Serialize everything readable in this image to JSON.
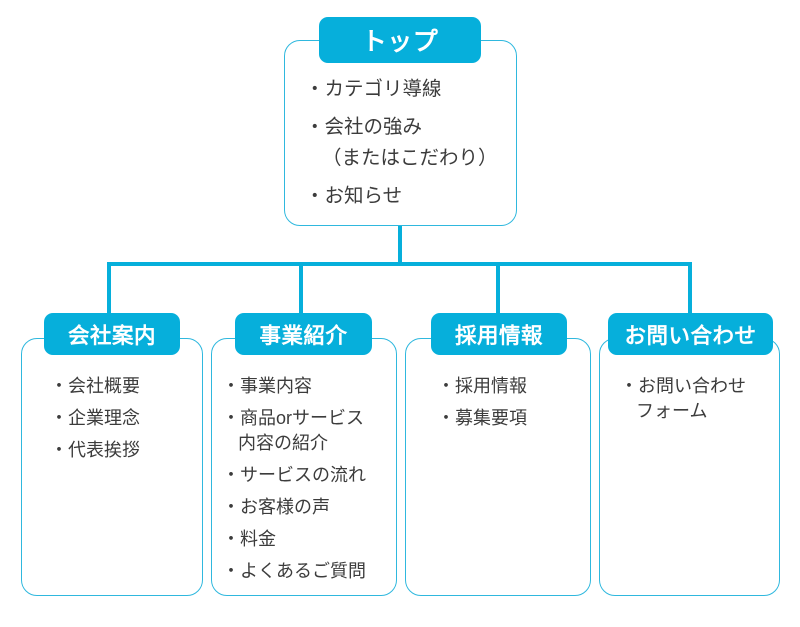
{
  "diagram": {
    "title": "site-structure-tree",
    "accent_color": "#06afdb",
    "border_color": "#2fb8de",
    "text_color": "#3c3c3c",
    "bullet": "・"
  },
  "root": {
    "label": "トップ",
    "items": [
      "・カテゴリ導線",
      "・会社の強み\n（またはこだわり）",
      "・お知らせ"
    ]
  },
  "children": [
    {
      "label": "会社案内",
      "items": [
        "・会社概要",
        "・企業理念",
        "・代表挨拶"
      ]
    },
    {
      "label": "事業紹介",
      "items": [
        "・事業内容",
        "・商品orサービス\n内容の紹介",
        "・サービスの流れ",
        "・お客様の声",
        "・料金",
        "・よくあるご質問"
      ]
    },
    {
      "label": "採用情報",
      "items": [
        "・採用情報",
        "・募集要項"
      ]
    },
    {
      "label": "お問い合わせ",
      "items": [
        "・お問い合わせ\nフォーム"
      ]
    }
  ]
}
